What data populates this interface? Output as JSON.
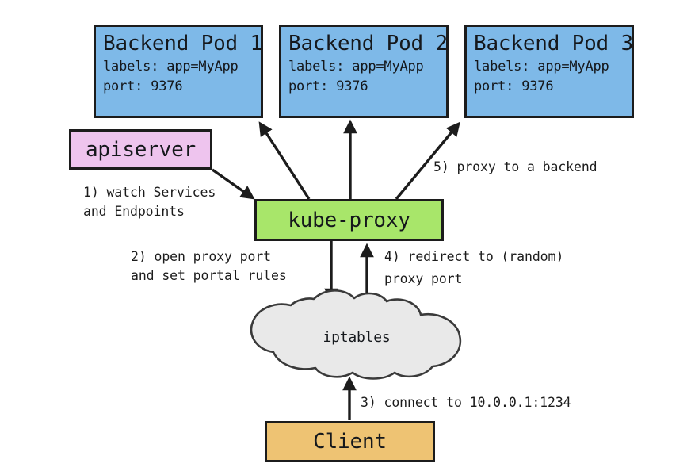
{
  "diagram": {
    "title": "Kubernetes kube-proxy userspace proxy mode",
    "background_color": "#ffffff",
    "stroke_color": "#1c1c1c"
  },
  "pods": [
    {
      "id": "backend-pod-1",
      "title": "Backend Pod 1",
      "labels_line": "labels: app=MyApp",
      "port_line": "port: 9376",
      "color": "#7eb9e8"
    },
    {
      "id": "backend-pod-2",
      "title": "Backend Pod 2",
      "labels_line": "labels: app=MyApp",
      "port_line": "port: 9376",
      "color": "#7eb9e8"
    },
    {
      "id": "backend-pod-3",
      "title": "Backend Pod 3",
      "labels_line": "labels: app=MyApp",
      "port_line": "port: 9376",
      "color": "#7eb9e8"
    }
  ],
  "apiserver": {
    "label": "apiserver",
    "color": "#eec4ee"
  },
  "kube_proxy": {
    "label": "kube-proxy",
    "color": "#a8e66a"
  },
  "iptables": {
    "label": "iptables",
    "color": "#e9e9e9"
  },
  "client": {
    "label": "Client",
    "color": "#eec373"
  },
  "steps": {
    "step1_line1": "1) watch Services",
    "step1_line2": "and Endpoints",
    "step2_line1": "2) open proxy port",
    "step2_line2": "and set portal rules",
    "step3": "3) connect to 10.0.0.1:1234",
    "step4_line1": "4) redirect to (random)",
    "step4_line2": "proxy port",
    "step5": "5) proxy to a backend"
  }
}
